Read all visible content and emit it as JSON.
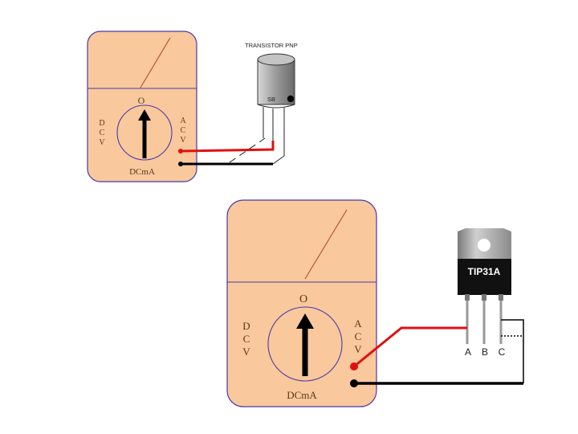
{
  "colors": {
    "meter_fill": "#f9c89c",
    "meter_stroke": "#4a3aa8",
    "needle": "#b04020",
    "lead_red": "#e01010",
    "lead_black": "#000000",
    "transistor_body": "#9a9a9a",
    "tab_metal": "#a8a8a8"
  },
  "meter1": {
    "label_ohm": "O",
    "label_dcv": [
      "D",
      "C",
      "V"
    ],
    "label_acv": [
      "A",
      "C",
      "V"
    ],
    "label_dcma": "DCmA"
  },
  "meter2": {
    "label_ohm": "O",
    "label_dcv": [
      "D",
      "C",
      "V"
    ],
    "label_acv": [
      "A",
      "C",
      "V"
    ],
    "label_dcma": "DCmA"
  },
  "transistor_pnp": {
    "title": "TRANSISTOR  PNP",
    "part": "SB"
  },
  "transistor_tip": {
    "part": "TIP31A",
    "pins": [
      "A",
      "B",
      "C"
    ]
  }
}
